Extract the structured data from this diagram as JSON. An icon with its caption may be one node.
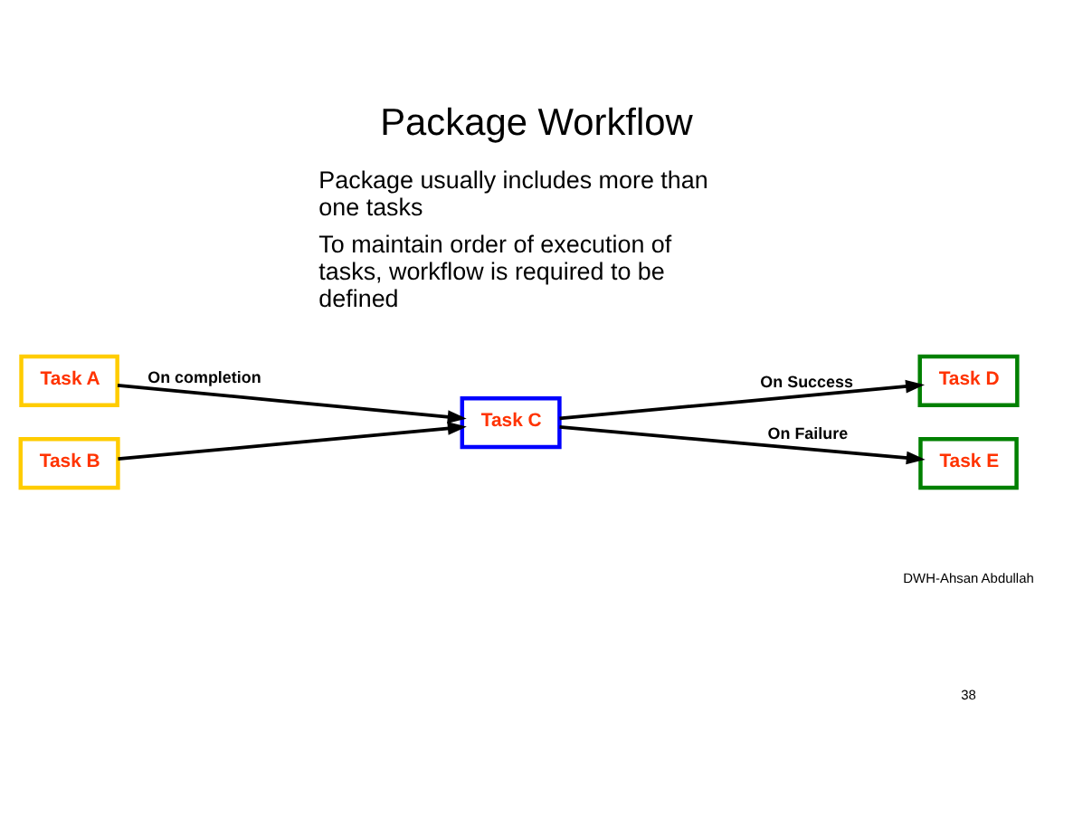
{
  "diagram": {
    "title": "Package Workflow",
    "nodes": [
      {
        "text": [
          "Task A"
        ]
      },
      {
        "text": [
          "Task B"
        ]
      },
      {
        "text": [
          "Task C"
        ]
      },
      {
        "text": [
          "Task D"
        ]
      },
      {
        "text": [
          "Task E"
        ]
      }
    ],
    "edges": [
      {
        "from": 0,
        "to": 2,
        "arrow": "to",
        "label": "On completion"
      },
      {
        "from": 1,
        "to": 2,
        "arrow": "to"
      },
      {
        "from": 2,
        "to": 3,
        "arrow": "to",
        "label": "On Success"
      },
      {
        "from": 2,
        "to": 4,
        "arrow": "to",
        "label": "On Failure"
      }
    ],
    "labels": [
      "Package usually includes more than one tasks",
      "To maintain order of execution of tasks, workflow is required to be defined",
      "DWH-Ahsan Abdullah",
      "38"
    ]
  }
}
